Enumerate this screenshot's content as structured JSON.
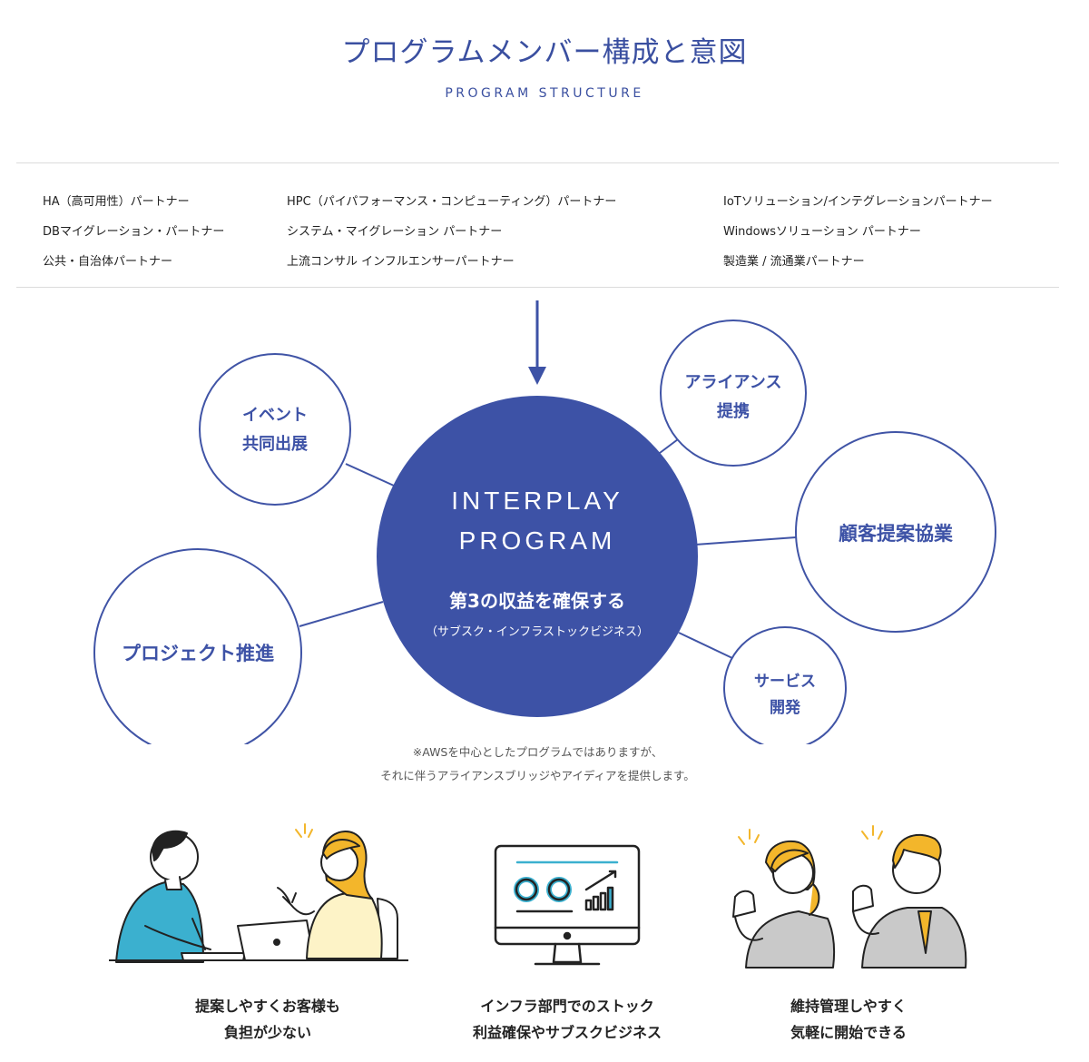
{
  "header": {
    "title": "プログラムメンバー構成と意図",
    "subtitle": "PROGRAM STRUCTURE"
  },
  "partners": {
    "col1": [
      "HA（高可用性）パートナー",
      "DBマイグレーション・パートナー",
      "公共・自治体パートナー"
    ],
    "col2": [
      "HPC（パイパフォーマンス・コンピューティング）パートナー",
      "システム・マイグレーション パートナー",
      "上流コンサル インフルエンサーパートナー"
    ],
    "col3": [
      "IoTソリューション/インテグレーションパートナー",
      "Windowsソリューション パートナー",
      "製造業 / 流通業パートナー"
    ]
  },
  "diagram": {
    "center": {
      "line1": "INTERPLAY",
      "line2": "PROGRAM",
      "main": "第3の収益を確保する",
      "sub": "（サブスク・インフラストックビジネス）"
    },
    "satellites": {
      "event": [
        "イベント",
        "共同出展"
      ],
      "alliance": [
        "アライアンス",
        "提携"
      ],
      "customer": [
        "顧客提案協業"
      ],
      "project": [
        "プロジェクト推進"
      ],
      "service": [
        "サービス",
        "開発"
      ]
    },
    "colors": {
      "primary": "#3d52a6",
      "line": "#4054a6"
    }
  },
  "note": [
    "※AWSを中心としたプログラムではありますが、",
    "それに伴うアライアンスブリッジやアイディアを提供します。"
  ],
  "benefits": [
    {
      "icon": "meeting-illustration",
      "lines": [
        "提案しやすくお客様も",
        "負担が少ない"
      ]
    },
    {
      "icon": "monitor-chart-illustration",
      "lines": [
        "インフラ部門でのストック",
        "利益確保やサブスクビジネス"
      ]
    },
    {
      "icon": "cheering-people-illustration",
      "lines": [
        "維持管理しやすく",
        "気軽に開始できる"
      ]
    }
  ]
}
